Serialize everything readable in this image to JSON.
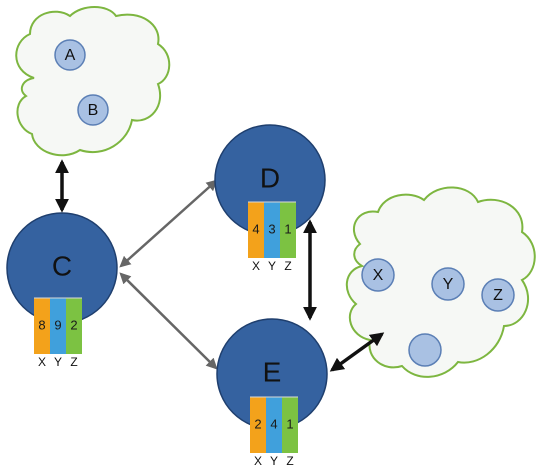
{
  "colors": {
    "cloud_stroke": "#7db640",
    "cloud_fill": "#f6f8f5",
    "node_fill": "#3562a0",
    "node_stroke": "#1f3f6e",
    "small_fill": "#a9c1e3",
    "small_stroke": "#5b7fb5",
    "bar_x": "#f3a21b",
    "bar_y": "#40a0dc",
    "bar_z": "#7cc242",
    "arrow_dark": "#111111",
    "arrow_gray": "#666666"
  },
  "top_cloud": {
    "items": [
      {
        "label": "A"
      },
      {
        "label": "B"
      }
    ]
  },
  "right_cloud": {
    "items": [
      {
        "label": "X"
      },
      {
        "label": "Y"
      },
      {
        "label": "Z"
      },
      {
        "label": ""
      }
    ]
  },
  "nodes": {
    "C": {
      "label": "C",
      "values": {
        "X": "8",
        "Y": "9",
        "Z": "2"
      }
    },
    "D": {
      "label": "D",
      "values": {
        "X": "4",
        "Y": "3",
        "Z": "1"
      }
    },
    "E": {
      "label": "E",
      "values": {
        "X": "2",
        "Y": "4",
        "Z": "1"
      }
    }
  },
  "axis_letters": [
    "X",
    "Y",
    "Z"
  ],
  "edges": [
    {
      "from": "top_cloud",
      "to": "C",
      "style": "dark"
    },
    {
      "from": "C",
      "to": "D",
      "style": "gray"
    },
    {
      "from": "C",
      "to": "E",
      "style": "gray"
    },
    {
      "from": "D",
      "to": "E",
      "style": "dark"
    },
    {
      "from": "E",
      "to": "right_cloud",
      "style": "dark"
    }
  ]
}
